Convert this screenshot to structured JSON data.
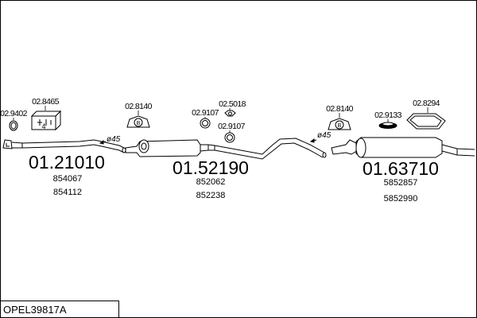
{
  "drawing_code": "OPEL39817A",
  "diameter_label": "ø45",
  "kit_quantity": "4",
  "groups": [
    {
      "main_part": "01.21010",
      "oem_numbers": [
        "854067",
        "854112"
      ],
      "accessories": [
        "02.9402",
        "02.8465"
      ]
    },
    {
      "main_part": "01.52190",
      "oem_numbers": [
        "852062",
        "852238"
      ],
      "accessories": [
        "02.8140",
        "02.9107",
        "02.5018",
        "02.9107"
      ]
    },
    {
      "main_part": "01.63710",
      "oem_numbers": [
        "5852857",
        "5852990"
      ],
      "accessories": [
        "02.8140",
        "02.9133",
        "02.8294"
      ]
    }
  ]
}
